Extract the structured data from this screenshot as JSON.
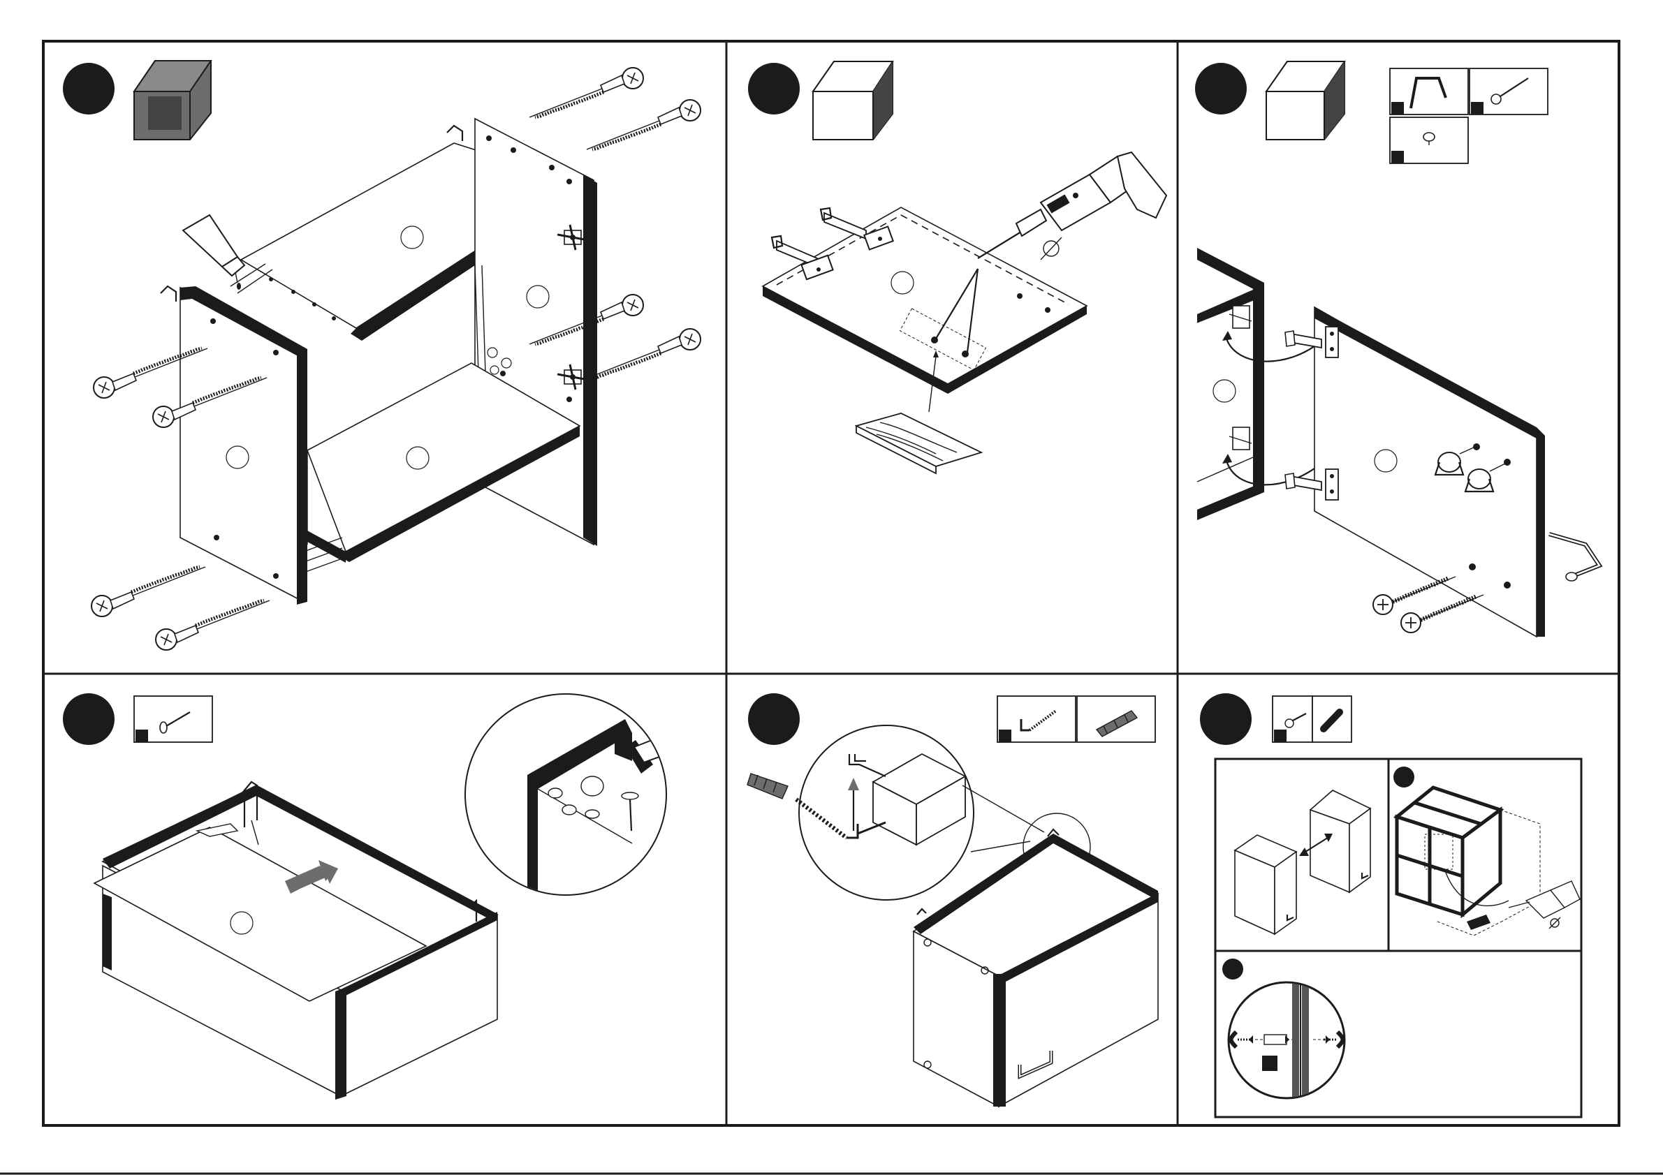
{
  "sheet": {
    "colors": {
      "ink": "#1d1a1b",
      "paper": "#ffffff",
      "grey": "#6d6d6d",
      "badge": "#1d1a1b"
    },
    "steps": [
      {
        "id": "step-1",
        "badge": "",
        "icons": [
          "open-box-icon"
        ]
      },
      {
        "id": "step-2",
        "badge": "",
        "icons": [
          "closed-box-icon"
        ]
      },
      {
        "id": "step-3",
        "badge": "",
        "icons": [
          "closed-box-icon",
          "handle-icon",
          "screw-icon",
          "knob-icon"
        ]
      },
      {
        "id": "step-4",
        "badge": "",
        "icons": [
          "nail-icon"
        ]
      },
      {
        "id": "step-5",
        "badge": "",
        "icons": [
          "wall-hook-icon",
          "wall-plug-icon"
        ]
      },
      {
        "id": "step-6",
        "badge": "",
        "icons": [
          "small-screw-icon",
          "dowel-icon"
        ]
      }
    ],
    "sub_panels": [
      {
        "id": "6a",
        "badge": ""
      },
      {
        "id": "6b",
        "badge": ""
      },
      {
        "id": "6c",
        "badge": ""
      }
    ]
  }
}
